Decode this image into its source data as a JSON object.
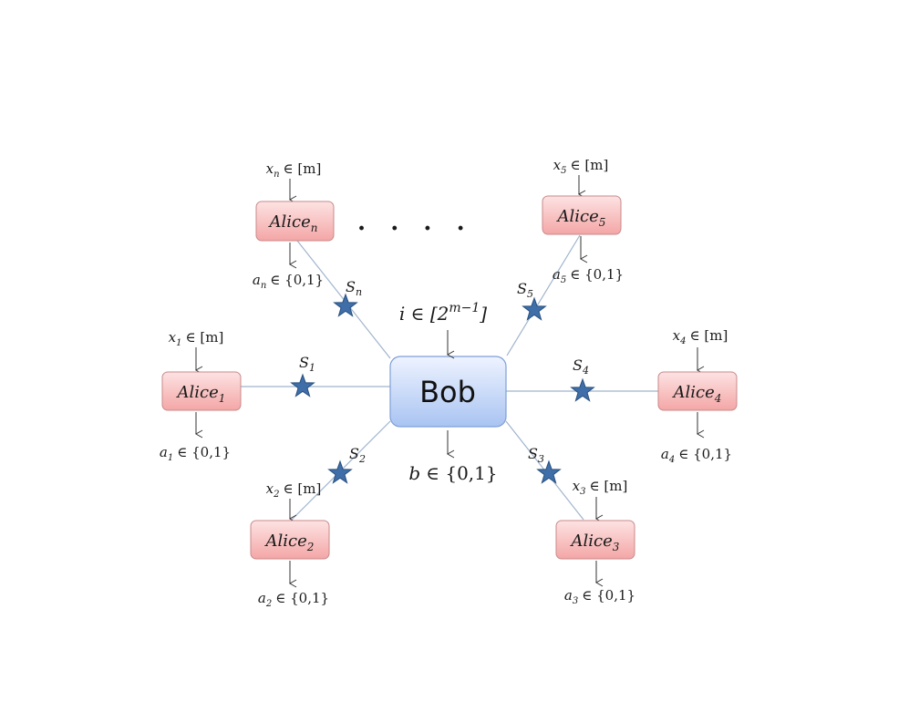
{
  "bob": {
    "label": "Bob",
    "input": {
      "pre": "i ∈ [2",
      "sup": "m−1",
      "post": "]"
    },
    "output": {
      "var": "b",
      "set": "∈ {0,1}"
    }
  },
  "alices": [
    {
      "id": "1",
      "name": "Alice",
      "sub": "1",
      "input": {
        "var": "x",
        "sub": "1",
        "set": "∈ [m]"
      },
      "output": {
        "var": "a",
        "sub": "1",
        "set": "∈ {0,1}"
      },
      "source": {
        "var": "S",
        "sub": "1"
      }
    },
    {
      "id": "2",
      "name": "Alice",
      "sub": "2",
      "input": {
        "var": "x",
        "sub": "2",
        "set": "∈ [m]"
      },
      "output": {
        "var": "a",
        "sub": "2",
        "set": "∈ {0,1}"
      },
      "source": {
        "var": "S",
        "sub": "2"
      }
    },
    {
      "id": "3",
      "name": "Alice",
      "sub": "3",
      "input": {
        "var": "x",
        "sub": "3",
        "set": "∈ [m]"
      },
      "output": {
        "var": "a",
        "sub": "3",
        "set": "∈ {0,1}"
      },
      "source": {
        "var": "S",
        "sub": "3"
      }
    },
    {
      "id": "4",
      "name": "Alice",
      "sub": "4",
      "input": {
        "var": "x",
        "sub": "4",
        "set": "∈ [m]"
      },
      "output": {
        "var": "a",
        "sub": "4",
        "set": "∈ {0,1}"
      },
      "source": {
        "var": "S",
        "sub": "4"
      }
    },
    {
      "id": "5",
      "name": "Alice",
      "sub": "5",
      "input": {
        "var": "x",
        "sub": "5",
        "set": "∈ [m]"
      },
      "output": {
        "var": "a",
        "sub": "5",
        "set": "∈ {0,1}"
      },
      "source": {
        "var": "S",
        "sub": "5"
      }
    },
    {
      "id": "n",
      "name": "Alice",
      "sub": "n",
      "input": {
        "var": "x",
        "sub": "n",
        "set": "∈ [m]"
      },
      "output": {
        "var": "a",
        "sub": "n",
        "set": "∈ {0,1}"
      },
      "source": {
        "var": "S",
        "sub": "n"
      }
    }
  ],
  "ellipsis": ".   .   .   .",
  "colors": {
    "alice_fill_top": "#fde3e3",
    "alice_fill_bottom": "#f4a6a6",
    "alice_stroke": "#c98a8a",
    "bob_fill_top": "#eef3ff",
    "bob_fill_bottom": "#a9c4f2",
    "bob_stroke": "#7f9fd6",
    "link": "#9fb4cc",
    "star_fill": "#3f6ea8",
    "star_stroke": "#28507f"
  }
}
